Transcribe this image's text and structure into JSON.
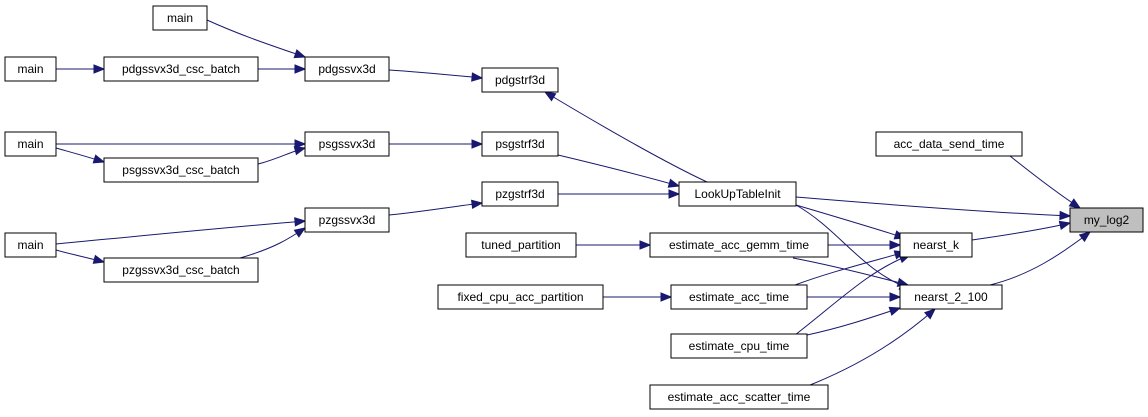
{
  "graph": {
    "nodes": {
      "main_a": "main",
      "main_b": "main",
      "main_c": "main",
      "main_d": "main",
      "pdgssvx3d_csc_batch": "pdgssvx3d_csc_batch",
      "pdgssvx3d": "pdgssvx3d",
      "pdgstrf3d": "pdgstrf3d",
      "psgssvx3d_csc_batch": "psgssvx3d_csc_batch",
      "psgssvx3d": "psgssvx3d",
      "psgstrf3d": "psgstrf3d",
      "pzgssvx3d_csc_batch": "pzgssvx3d_csc_batch",
      "pzgssvx3d": "pzgssvx3d",
      "pzgstrf3d": "pzgstrf3d",
      "LookUpTableInit": "LookUpTableInit",
      "acc_data_send_time": "acc_data_send_time",
      "my_log2": "my_log2",
      "tuned_partition": "tuned_partition",
      "estimate_acc_gemm_time": "estimate_acc_gemm_time",
      "nearst_k": "nearst_k",
      "fixed_cpu_acc_partition": "fixed_cpu_acc_partition",
      "estimate_acc_time": "estimate_acc_time",
      "nearst_2_100": "nearst_2_100",
      "estimate_cpu_time": "estimate_cpu_time",
      "estimate_acc_scatter_time": "estimate_acc_scatter_time"
    },
    "focus_node": "my_log2"
  }
}
